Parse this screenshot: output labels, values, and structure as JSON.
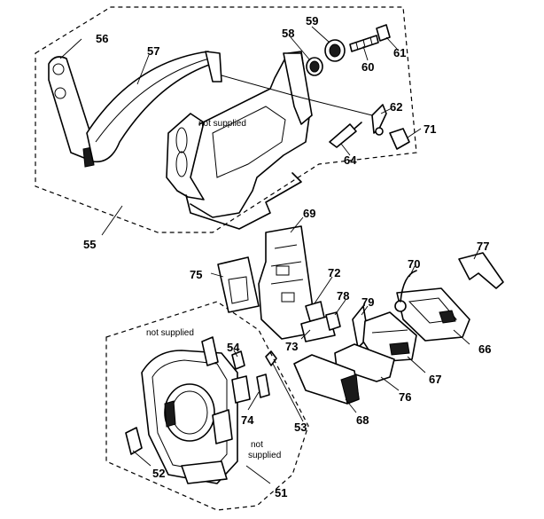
{
  "labels": {
    "p51": "51",
    "p52": "52",
    "p53": "53",
    "p54": "54",
    "p55": "55",
    "p56": "56",
    "p57": "57",
    "p58": "58",
    "p59": "59",
    "p60": "60",
    "p61": "61",
    "p62": "62",
    "p64": "64",
    "p66": "66",
    "p67": "67",
    "p68": "68",
    "p69": "69",
    "p70": "70",
    "p71": "71",
    "p72": "72",
    "p73": "73",
    "p74": "74",
    "p75": "75",
    "p76": "76",
    "p77": "77",
    "p78": "78",
    "p79": "79"
  },
  "notes": {
    "not_supplied_top": "not supplied",
    "not_supplied_left": "not supplied",
    "not_supplied_bottom_1": "not",
    "not_supplied_bottom_2": "supplied"
  }
}
